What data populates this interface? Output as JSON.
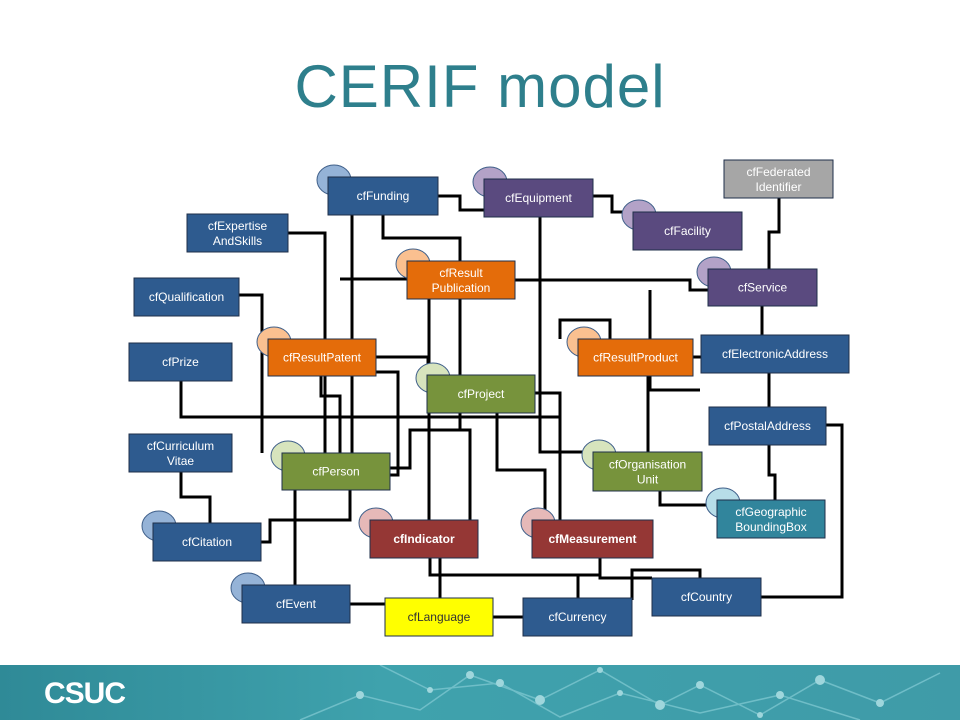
{
  "slide": {
    "title": "CERIF model"
  },
  "footer": {
    "logo_text": "CSUC"
  },
  "colors": {
    "background": "#ffffff",
    "title": "#2e7f8c",
    "entity_blue": "#2e5b8f",
    "entity_purple": "#5a4a7f",
    "entity_orange": "#e46c0a",
    "entity_green": "#77933c",
    "entity_red": "#953735",
    "entity_yellow": "#ffff00",
    "entity_gray": "#a6a6a6",
    "entity_teal": "#31859c",
    "footer": "#2f8a97"
  },
  "entities": [
    {
      "id": "funding",
      "label": "cfFunding",
      "color": "blue"
    },
    {
      "id": "equipment",
      "label": "cfEquipment",
      "color": "purple"
    },
    {
      "id": "federated",
      "label": "cfFederated Identifier",
      "color": "gray"
    },
    {
      "id": "expertise",
      "label": "cfExpertise AndSkills",
      "color": "blue"
    },
    {
      "id": "facility",
      "label": "cfFacility",
      "color": "purple"
    },
    {
      "id": "resultpub",
      "label": "cfResult Publication",
      "color": "orange"
    },
    {
      "id": "service",
      "label": "cfService",
      "color": "purple"
    },
    {
      "id": "qualification",
      "label": "cfQualification",
      "color": "blue"
    },
    {
      "id": "resultpatent",
      "label": "cfResultPatent",
      "color": "orange"
    },
    {
      "id": "resultproduct",
      "label": "cfResultProduct",
      "color": "orange"
    },
    {
      "id": "eaddress",
      "label": "cfElectronicAddress",
      "color": "blue"
    },
    {
      "id": "prize",
      "label": "cfPrize",
      "color": "blue"
    },
    {
      "id": "project",
      "label": "cfProject",
      "color": "green"
    },
    {
      "id": "postal",
      "label": "cfPostalAddress",
      "color": "blue"
    },
    {
      "id": "cv",
      "label": "cfCurriculum Vitae",
      "color": "blue"
    },
    {
      "id": "person",
      "label": "cfPerson",
      "color": "green"
    },
    {
      "id": "orgunit",
      "label": "cfOrganisation Unit",
      "color": "green"
    },
    {
      "id": "geobox",
      "label": "cfGeographic BoundingBox",
      "color": "teal"
    },
    {
      "id": "citation",
      "label": "cfCitation",
      "color": "blue"
    },
    {
      "id": "indicator",
      "label": "cfIndicator",
      "color": "red"
    },
    {
      "id": "measurement",
      "label": "cfMeasurement",
      "color": "red"
    },
    {
      "id": "event",
      "label": "cfEvent",
      "color": "blue"
    },
    {
      "id": "country",
      "label": "cfCountry",
      "color": "blue"
    },
    {
      "id": "language",
      "label": "cfLanguage",
      "color": "yellow"
    },
    {
      "id": "currency",
      "label": "cfCurrency",
      "color": "blue"
    }
  ]
}
